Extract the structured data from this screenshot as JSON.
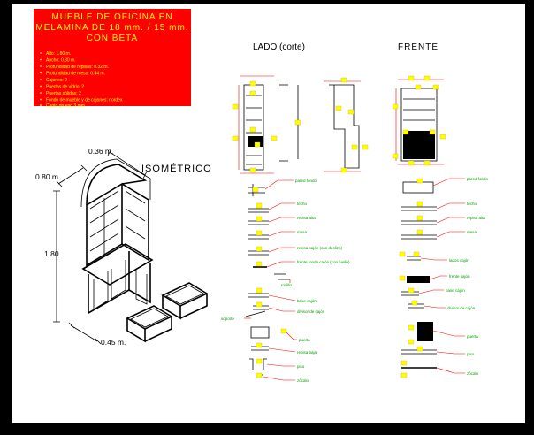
{
  "title": {
    "lines": [
      "MUEBLE DE OFICINA EN",
      "MELAMINA DE  18 mm. / 15 mm.",
      "CON BETA"
    ],
    "bg_color": "#ff0000",
    "text_color": "#ffff00"
  },
  "specs": [
    "Alto: 1.80 m.",
    "Ancho: 0.80 m.",
    "Profundidad de repisas: 0.32 m.",
    "Profundidad de mesa: 0.44 m.",
    "Cajones: 2",
    "Puertas de vidrio: 2",
    "Puertas sólidas: 2",
    "Fondo de mueble y de cajones: nordex",
    "Canto grueso 3 mm."
  ],
  "views": {
    "lado": "LADO (corte)",
    "frente": "FRENTE",
    "isometrico": "ISOMÉTRICO"
  },
  "dimensions": {
    "depth_top": "0.36 m.",
    "width": "0.80 m.",
    "height": "1.80",
    "depth_bottom": "0.45 m."
  },
  "side_labels": [
    "pared fondo",
    "techo",
    "repisa alta",
    "mesa",
    "repisa cajón (con deslizo)",
    "frente fondo cajón (con fuelle)",
    "rodillo",
    "base cajón",
    "divisor de cajón",
    "soporte",
    "puerta",
    "repisa baja",
    "piso",
    "zócalo"
  ],
  "front_labels": [
    "pared fondo",
    "techo",
    "repisa alta",
    "mesa",
    "lados cajón",
    "frente cajón",
    "base cajón",
    "divisor de cajón",
    "puerta",
    "piso",
    "zócalo"
  ],
  "accent_colors": {
    "label": "#00a000",
    "marker": "#ffff00",
    "leader": "#ff0000"
  }
}
